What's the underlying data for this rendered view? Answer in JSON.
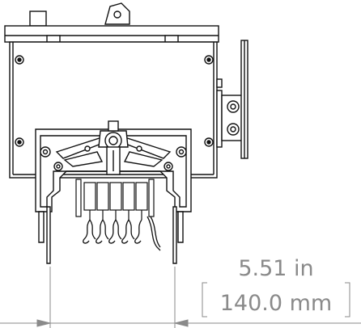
{
  "dimension": {
    "imperial": "5.51 in",
    "metric": "140.0 mm"
  },
  "colors": {
    "line": "#111111",
    "dimension": "#8a8a8a",
    "background": "#ffffff"
  },
  "icons": [
    "mounting-bracket",
    "screw-head",
    "hinge-latch",
    "wire-harness",
    "connector-terminal"
  ]
}
